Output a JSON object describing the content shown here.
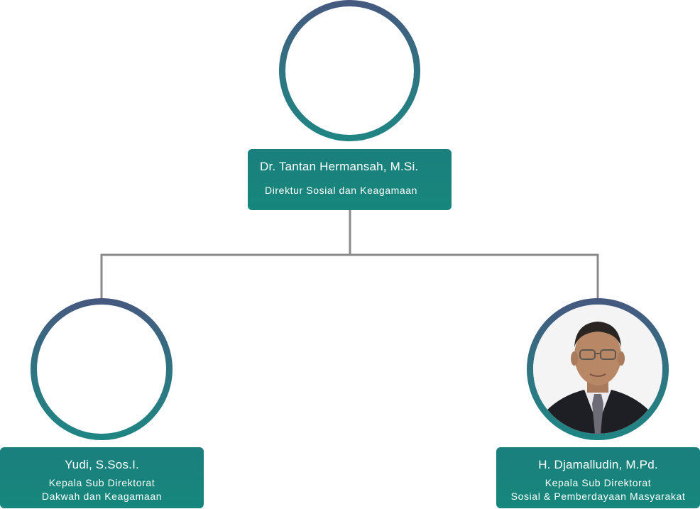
{
  "nodes": {
    "director": {
      "name": "Dr. Tantan Hermansah, M.Si.",
      "title": "Direktur Sosial dan Keagamaan"
    },
    "left": {
      "name": "Yudi, S.Sos.I.",
      "title_line1": "Kepala Sub Direktorat",
      "title_line2": "Dakwah dan Keagamaan"
    },
    "right": {
      "name": "H. Djamalludin, M.Pd.",
      "title_line1": "Kepala Sub Direktorat",
      "title_line2": "Sosial & Pemberdayaan Masyarakat"
    }
  },
  "colors": {
    "ring_top": "#46587f",
    "ring_bottom": "#1f8583",
    "card": "#17837c",
    "connector": "#8a8a8a"
  }
}
